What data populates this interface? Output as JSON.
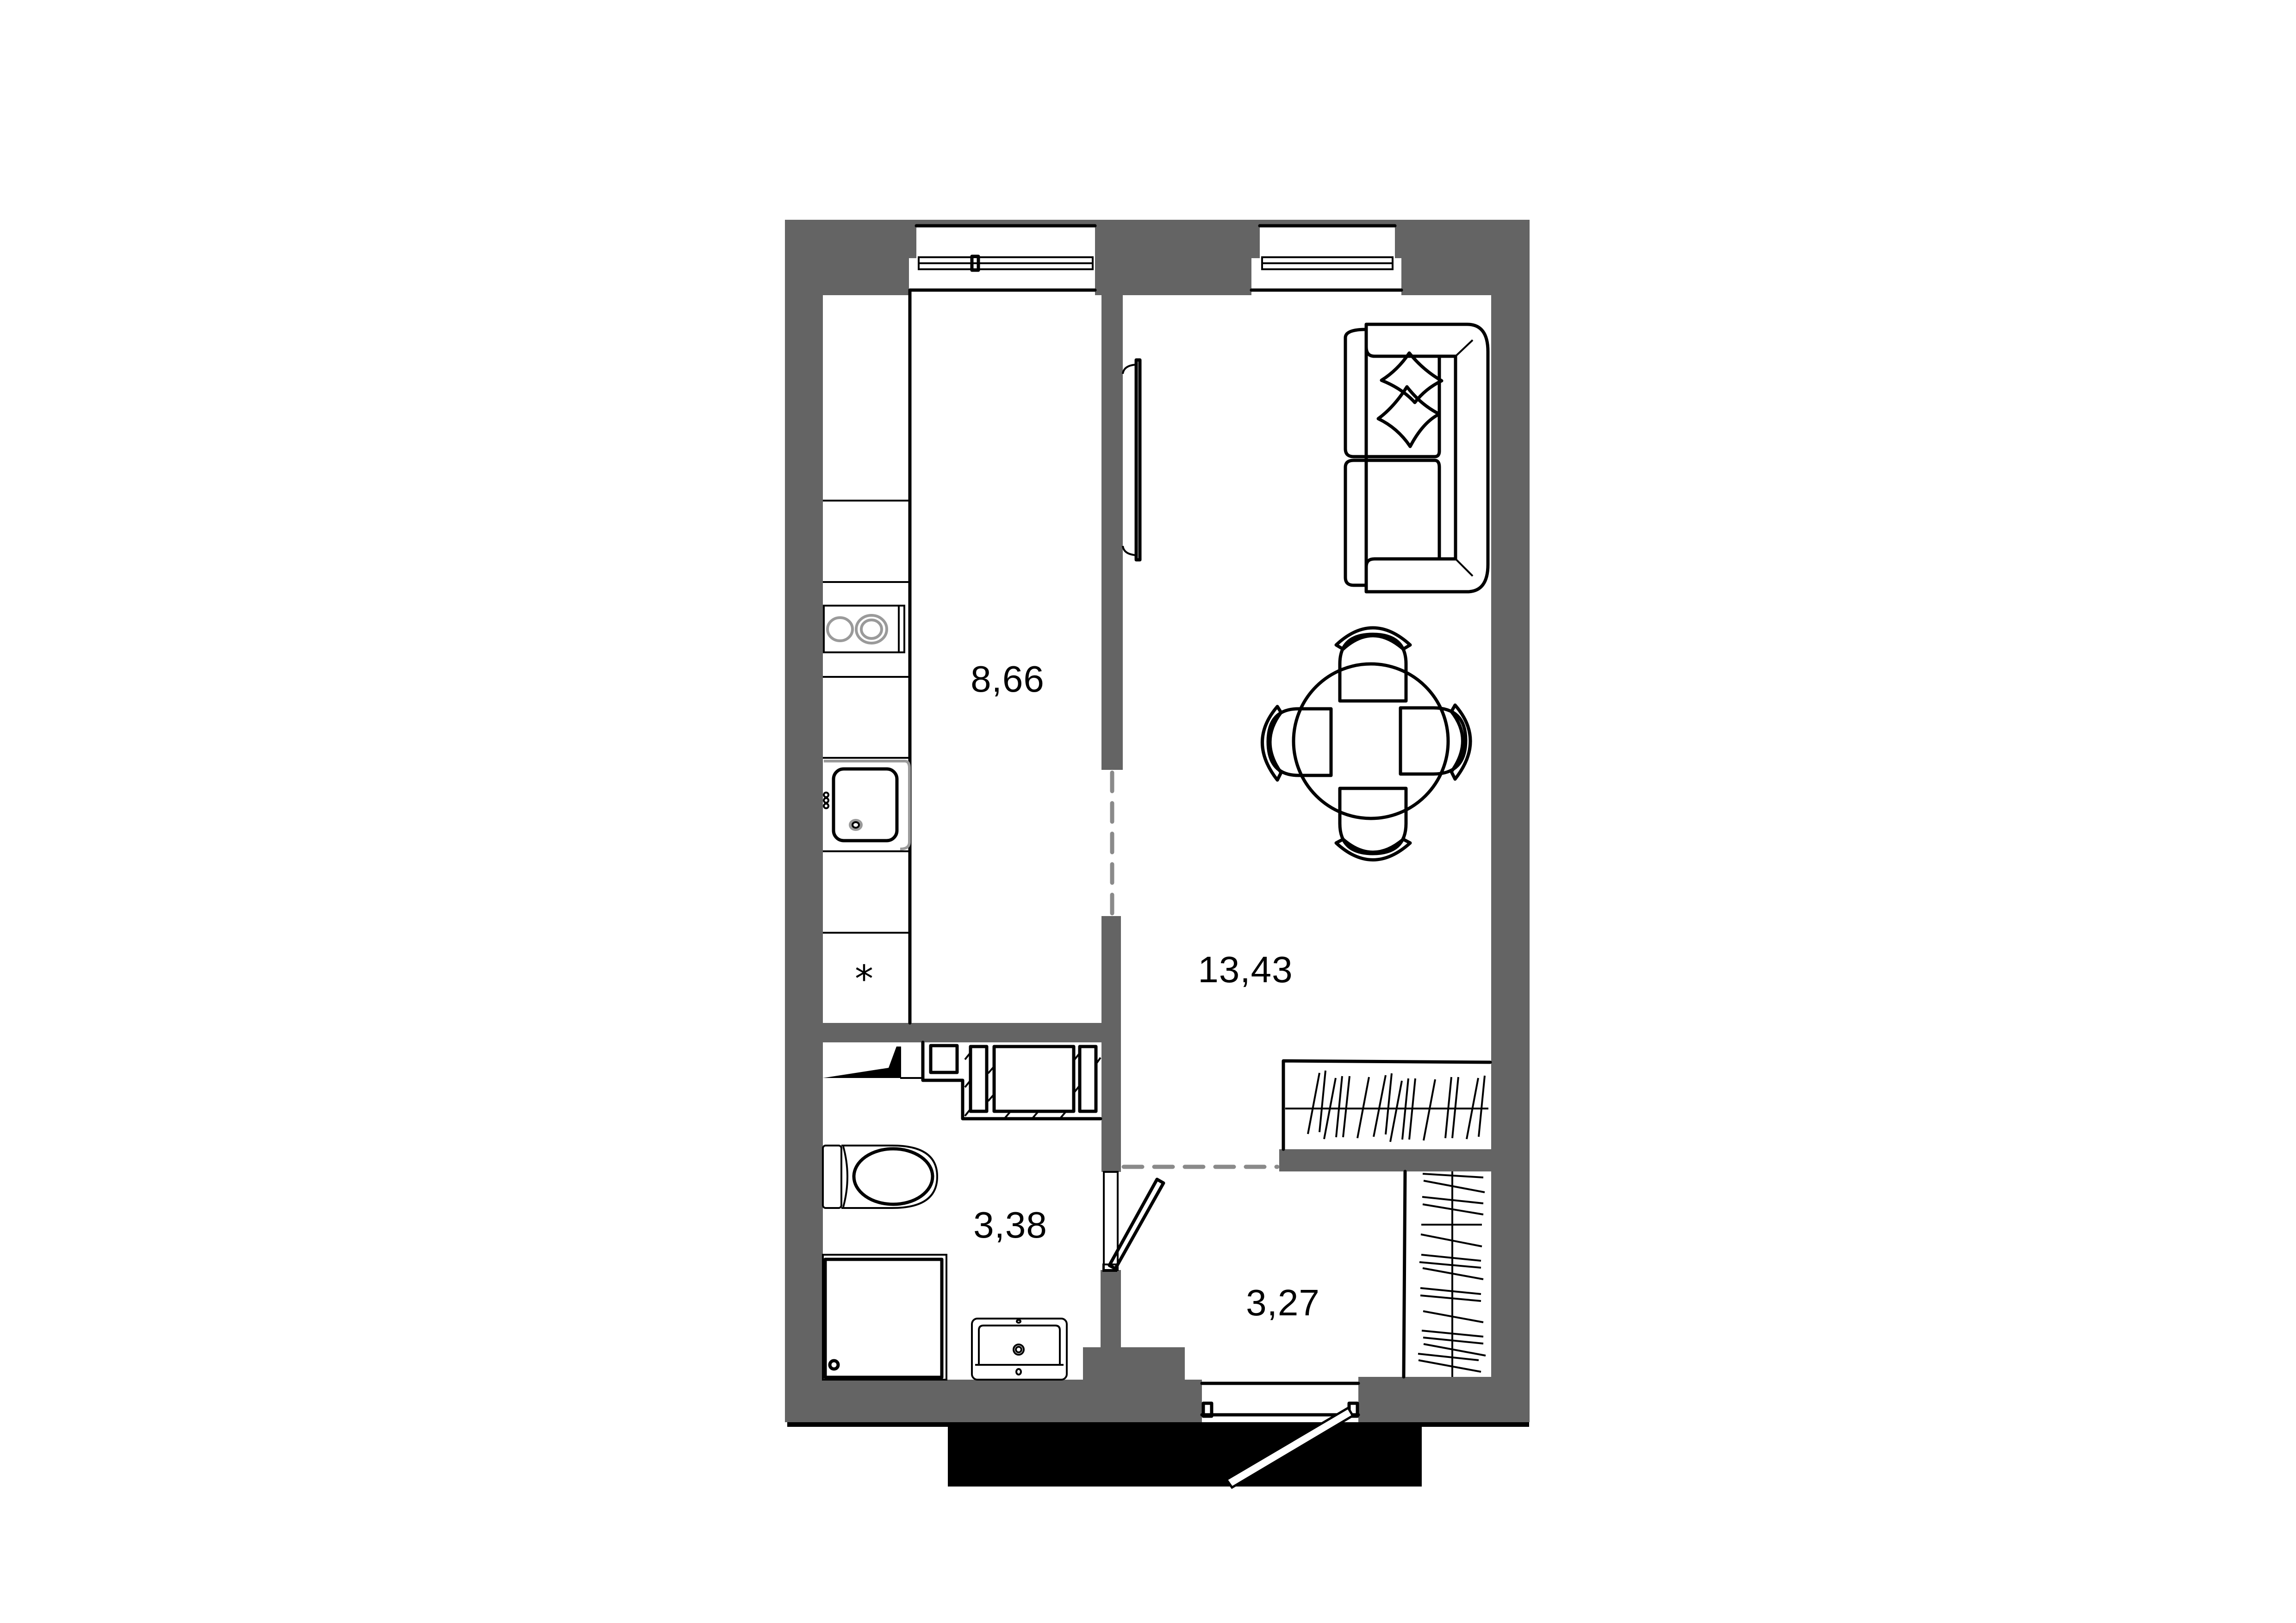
{
  "plan": {
    "type": "apartment-floor-plan",
    "colors": {
      "wall": "#646464",
      "line": "#000000",
      "background": "#ffffff",
      "dashed": "#8a8a8a",
      "base": "#000000"
    },
    "rooms": [
      {
        "id": "kitchen",
        "area": "8,66"
      },
      {
        "id": "living-room",
        "area": "13,43"
      },
      {
        "id": "bathroom",
        "area": "3,38"
      },
      {
        "id": "hallway",
        "area": "3,27"
      }
    ],
    "kitchen_marker": "*",
    "furniture": [
      "sofa",
      "pillows",
      "dining-table",
      "chairs",
      "tv",
      "wardrobe",
      "hallway-closet",
      "cooktop",
      "kitchen-sink",
      "toilet",
      "shower-tray",
      "washbasin",
      "washing-machine",
      "entrance-door",
      "bathroom-door",
      "windows"
    ]
  }
}
